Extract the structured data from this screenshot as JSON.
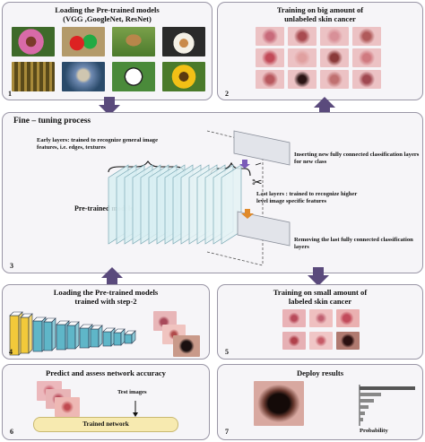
{
  "panels": {
    "p1": {
      "title_line1": "Loading the Pre-trained models",
      "title_line2": "(VGG ,GoogleNet, ResNet)",
      "number": "1"
    },
    "p2": {
      "title_line1": "Training on big amount of",
      "title_line2": "unlabeled skin cancer",
      "number": "2"
    },
    "p3": {
      "title": "Fine – tuning process",
      "number": "3",
      "early_layers": "Early layers: trained to recognize general image features, i.e. edges, textures",
      "pretrained": "Pre-trained models",
      "inserting": "Inserting new fully connected classification layers for new class",
      "last_layers": "Last layers : trained to recognize higher level image specific features",
      "removing": "Removing the last fully connected classification layers",
      "scissors": "✂"
    },
    "p4": {
      "title_line1": "Loading the Pre-trained models",
      "title_line2": "trained with step-2",
      "number": "4"
    },
    "p5": {
      "title_line1": "Training on small amount of",
      "title_line2": "labeled skin cancer",
      "number": "5"
    },
    "p6": {
      "title": "Predict and assess network accuracy",
      "test_images": "Test images",
      "trained_network": "Trained network",
      "number": "6"
    },
    "p7": {
      "title": "Deploy results",
      "probability": "Probability",
      "number": "7"
    }
  },
  "colors": {
    "arrow": "#5a4a7c",
    "panel_border": "#9a96a6",
    "panel_bg": "#f6f5f8",
    "trained_network_bg": "#f7eab0"
  }
}
